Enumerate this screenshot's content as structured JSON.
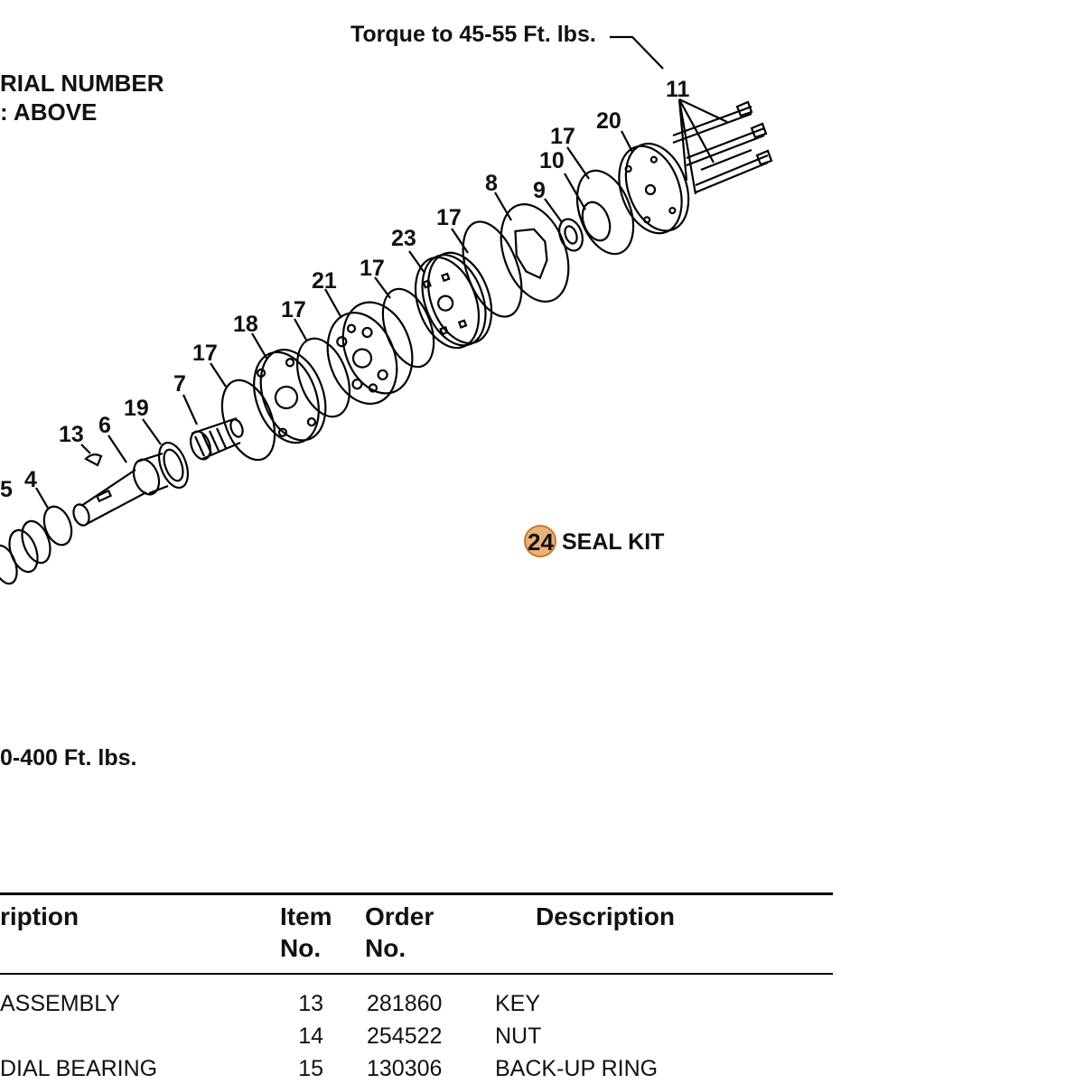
{
  "notes": {
    "torque_top": "Torque to 45-55 Ft. lbs.",
    "serial_line1": "RIAL NUMBER",
    "serial_line2": ": ABOVE",
    "torque_bottom": "0-400 Ft. lbs."
  },
  "callouts": {
    "c11": "11",
    "c20": "20",
    "c17a": "17",
    "c10": "10",
    "c9": "9",
    "c8": "8",
    "c17b": "17",
    "c23": "23",
    "c17c": "17",
    "c21": "21",
    "c17d": "17",
    "c18": "18",
    "c17e": "17",
    "c7": "7",
    "c19": "19",
    "c13": "13",
    "c6": "6",
    "c5": "5",
    "c4": "4"
  },
  "seal_kit": {
    "number": "24",
    "label": "SEAL KIT"
  },
  "table": {
    "headers": {
      "left_desc": "ription",
      "item_l1": "Item",
      "item_l2": "No.",
      "order_l1": "Order",
      "order_l2": "No.",
      "desc": "Description"
    },
    "rows": [
      {
        "left": "ASSEMBLY",
        "item": "13",
        "order": "281860",
        "desc": "KEY"
      },
      {
        "left": "",
        "item": "14",
        "order": "254522",
        "desc": "NUT"
      },
      {
        "left": "DIAL BEARING",
        "item": "15",
        "order": "130306",
        "desc": "BACK-UP RING"
      }
    ]
  }
}
